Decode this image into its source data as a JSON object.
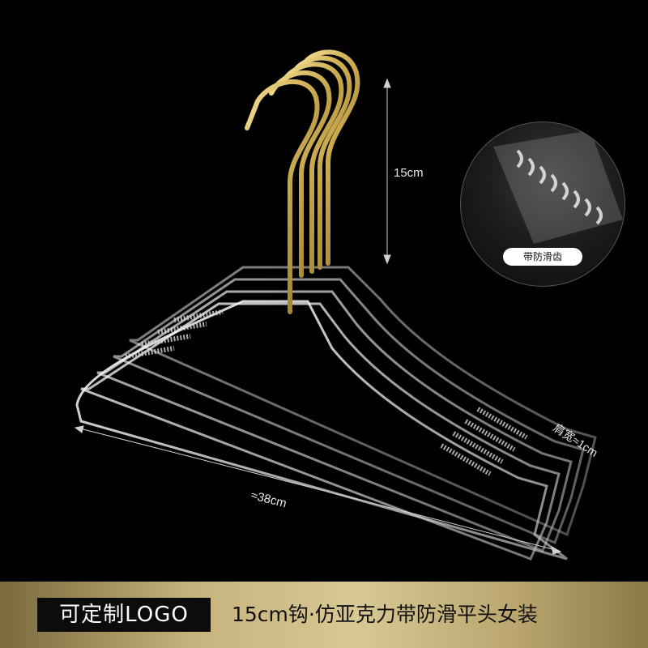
{
  "dimensions": {
    "height_label": "15cm",
    "width_label": "≈38cm",
    "shoulder_label": "肩宽≈1cm"
  },
  "inset": {
    "badge_label": "带防滑齿"
  },
  "footer": {
    "logo_badge": "可定制LOGO",
    "product_title": "15cm钩·仿亚克力带防滑平头女装"
  },
  "colors": {
    "background": "#000000",
    "gold_hook": "#c9a94e",
    "footer_gold": "#c7b37c",
    "badge_dark": "#0c0c0c"
  }
}
